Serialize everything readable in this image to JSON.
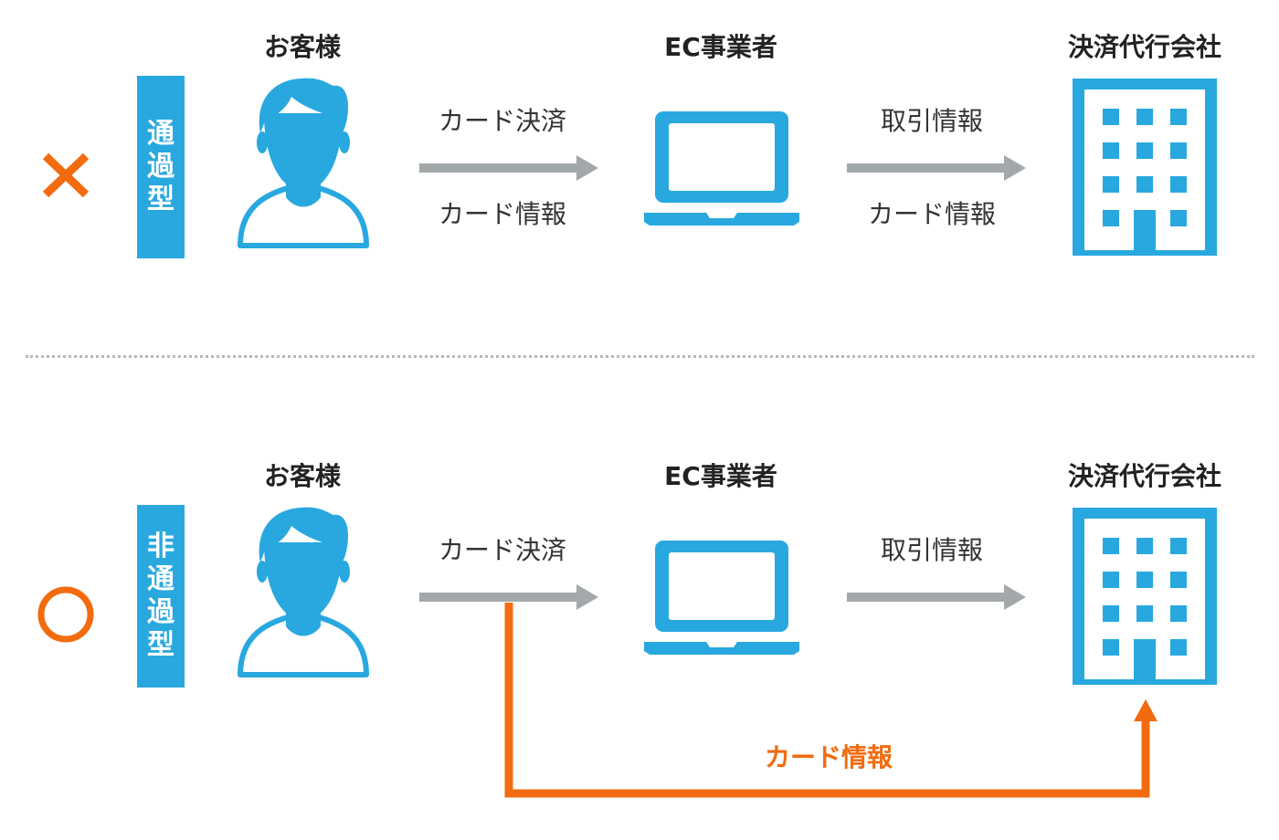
{
  "colors": {
    "accent_blue": "#29a8e0",
    "orange": "#f26b0f",
    "arrow_gray": "#a3a8ab",
    "text_dark": "#222222"
  },
  "top_row": {
    "verdict_icon": "cross-mark-icon",
    "type_label": [
      "通",
      "過",
      "型"
    ],
    "customer_title": "お客様",
    "merchant_title": "EC事業者",
    "payment_title": "決済代行会社",
    "flow1_top": "カード決済",
    "flow1_bottom": "カード情報",
    "flow2_top": "取引情報",
    "flow2_bottom": "カード情報"
  },
  "bottom_row": {
    "verdict_icon": "circle-mark-icon",
    "type_label": [
      "非",
      "通",
      "過",
      "型"
    ],
    "customer_title": "お客様",
    "merchant_title": "EC事業者",
    "payment_title": "決済代行会社",
    "flow1_top": "カード決済",
    "flow2_top": "取引情報",
    "direct_flow_label": "カード情報"
  }
}
